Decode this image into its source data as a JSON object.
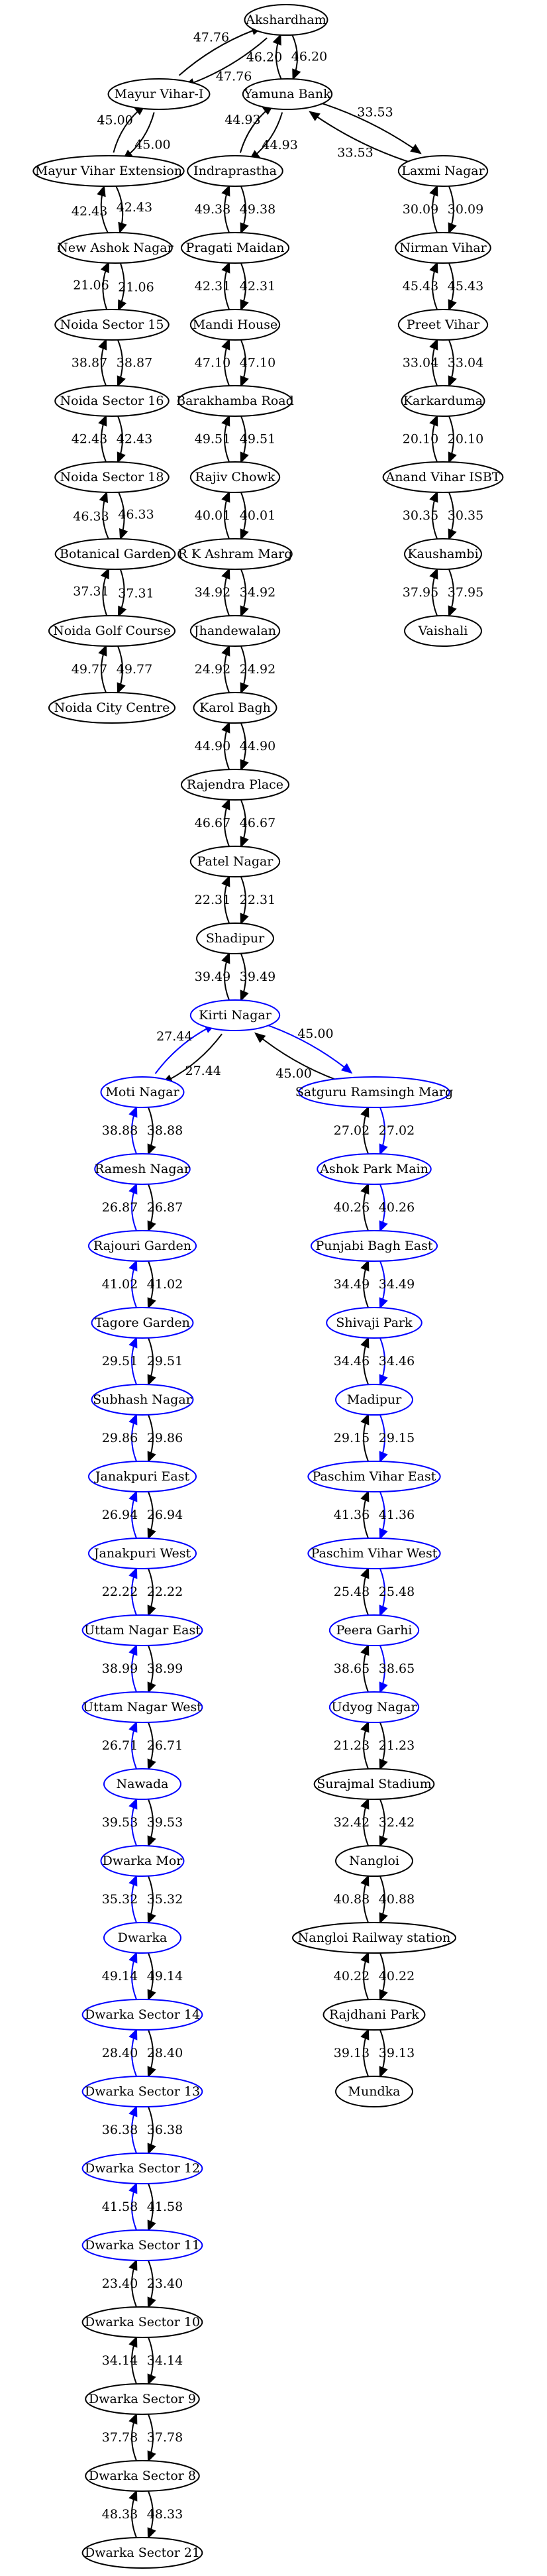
{
  "colors": {
    "default": "#000000",
    "highlight": "#0000ff"
  },
  "nodes": {
    "akshardham": {
      "label": "Akshardham",
      "color": "default"
    },
    "mayur_vihar_1": {
      "label": "Mayur Vihar-I",
      "color": "default"
    },
    "yamuna_bank": {
      "label": "Yamuna Bank",
      "color": "default"
    },
    "mayur_vihar_ext": {
      "label": "Mayur Vihar Extension",
      "color": "default"
    },
    "indraprastha": {
      "label": "Indraprastha",
      "color": "default"
    },
    "laxmi_nagar": {
      "label": "Laxmi Nagar",
      "color": "default"
    },
    "new_ashok_nagar": {
      "label": "New Ashok Nagar",
      "color": "default"
    },
    "pragati_maidan": {
      "label": "Pragati Maidan",
      "color": "default"
    },
    "nirman_vihar": {
      "label": "Nirman Vihar",
      "color": "default"
    },
    "noida_15": {
      "label": "Noida Sector 15",
      "color": "default"
    },
    "mandi_house": {
      "label": "Mandi House",
      "color": "default"
    },
    "preet_vihar": {
      "label": "Preet Vihar",
      "color": "default"
    },
    "noida_16": {
      "label": "Noida Sector 16",
      "color": "default"
    },
    "barakhamba": {
      "label": "Barakhamba Road",
      "color": "default"
    },
    "karkarduma": {
      "label": "Karkarduma",
      "color": "default"
    },
    "noida_18": {
      "label": "Noida Sector 18",
      "color": "default"
    },
    "rajiv_chowk": {
      "label": "Rajiv Chowk",
      "color": "default"
    },
    "anand_vihar": {
      "label": "Anand Vihar ISBT",
      "color": "default"
    },
    "botanical": {
      "label": "Botanical Garden",
      "color": "default"
    },
    "rk_ashram": {
      "label": "R K Ashram Marg",
      "color": "default"
    },
    "kaushambi": {
      "label": "Kaushambi",
      "color": "default"
    },
    "noida_golf": {
      "label": "Noida Golf Course",
      "color": "default"
    },
    "jhandewalan": {
      "label": "Jhandewalan",
      "color": "default"
    },
    "vaishali": {
      "label": "Vaishali",
      "color": "default"
    },
    "noida_city": {
      "label": "Noida City Centre",
      "color": "default"
    },
    "karol_bagh": {
      "label": "Karol Bagh",
      "color": "default"
    },
    "rajendra_place": {
      "label": "Rajendra Place",
      "color": "default"
    },
    "patel_nagar": {
      "label": "Patel Nagar",
      "color": "default"
    },
    "shadipur": {
      "label": "Shadipur",
      "color": "default"
    },
    "kirti_nagar": {
      "label": "Kirti Nagar",
      "color": "highlight"
    },
    "moti_nagar": {
      "label": "Moti Nagar",
      "color": "highlight"
    },
    "satguru": {
      "label": "Satguru Ramsingh Marg",
      "color": "highlight"
    },
    "ramesh_nagar": {
      "label": "Ramesh Nagar",
      "color": "highlight"
    },
    "ashok_park": {
      "label": "Ashok Park Main",
      "color": "highlight"
    },
    "rajouri": {
      "label": "Rajouri Garden",
      "color": "highlight"
    },
    "punjabi_bagh": {
      "label": "Punjabi Bagh East",
      "color": "highlight"
    },
    "tagore": {
      "label": "Tagore Garden",
      "color": "highlight"
    },
    "shivaji_park": {
      "label": "Shivaji Park",
      "color": "highlight"
    },
    "subhash_nagar": {
      "label": "Subhash Nagar",
      "color": "highlight"
    },
    "madipur": {
      "label": "Madipur",
      "color": "highlight"
    },
    "janakpuri_east": {
      "label": "Janakpuri East",
      "color": "highlight"
    },
    "paschim_vihar_east": {
      "label": "Paschim Vihar East",
      "color": "highlight"
    },
    "janakpuri_west": {
      "label": "Janakpuri West",
      "color": "highlight"
    },
    "paschim_vihar_west": {
      "label": "Paschim Vihar West",
      "color": "highlight"
    },
    "uttam_east": {
      "label": "Uttam Nagar East",
      "color": "highlight"
    },
    "peera_garhi": {
      "label": "Peera Garhi",
      "color": "highlight"
    },
    "uttam_west": {
      "label": "Uttam Nagar West",
      "color": "highlight"
    },
    "udyog_nagar": {
      "label": "Udyog Nagar",
      "color": "highlight"
    },
    "nawada": {
      "label": "Nawada",
      "color": "highlight"
    },
    "surajmal": {
      "label": "Surajmal Stadium",
      "color": "default"
    },
    "dwarka_mor": {
      "label": "Dwarka Mor",
      "color": "highlight"
    },
    "nangloi": {
      "label": "Nangloi",
      "color": "default"
    },
    "dwarka": {
      "label": "Dwarka",
      "color": "highlight"
    },
    "nangloi_rly": {
      "label": "Nangloi Railway station",
      "color": "default"
    },
    "dwarka_14": {
      "label": "Dwarka Sector 14",
      "color": "highlight"
    },
    "rajdhani_park": {
      "label": "Rajdhani Park",
      "color": "default"
    },
    "dwarka_13": {
      "label": "Dwarka Sector 13",
      "color": "highlight"
    },
    "mundka": {
      "label": "Mundka",
      "color": "default"
    },
    "dwarka_12": {
      "label": "Dwarka Sector 12",
      "color": "highlight"
    },
    "dwarka_11": {
      "label": "Dwarka Sector 11",
      "color": "highlight"
    },
    "dwarka_10": {
      "label": "Dwarka Sector 10",
      "color": "default"
    },
    "dwarka_9": {
      "label": "Dwarka Sector 9",
      "color": "default"
    },
    "dwarka_8": {
      "label": "Dwarka Sector 8",
      "color": "default"
    },
    "dwarka_21": {
      "label": "Dwarka Sector 21",
      "color": "default"
    }
  },
  "edges": [
    {
      "from": "akshardham",
      "to": "mayur_vihar_1",
      "weight": "47.76",
      "color": "default",
      "back_color": "default"
    },
    {
      "from": "akshardham",
      "to": "yamuna_bank",
      "weight": "46.20",
      "color": "default",
      "back_color": "default"
    },
    {
      "from": "mayur_vihar_1",
      "to": "mayur_vihar_ext",
      "weight": "45.00",
      "color": "default",
      "back_color": "default"
    },
    {
      "from": "yamuna_bank",
      "to": "indraprastha",
      "weight": "44.93",
      "color": "default",
      "back_color": "default"
    },
    {
      "from": "yamuna_bank",
      "to": "laxmi_nagar",
      "weight": "33.53",
      "color": "default",
      "back_color": "default"
    },
    {
      "from": "mayur_vihar_ext",
      "to": "new_ashok_nagar",
      "weight": "42.43",
      "color": "default",
      "back_color": "default"
    },
    {
      "from": "indraprastha",
      "to": "pragati_maidan",
      "weight": "49.38",
      "color": "default",
      "back_color": "default"
    },
    {
      "from": "laxmi_nagar",
      "to": "nirman_vihar",
      "weight": "30.09",
      "color": "default",
      "back_color": "default"
    },
    {
      "from": "new_ashok_nagar",
      "to": "noida_15",
      "weight": "21.06",
      "color": "default",
      "back_color": "default"
    },
    {
      "from": "pragati_maidan",
      "to": "mandi_house",
      "weight": "42.31",
      "color": "default",
      "back_color": "default"
    },
    {
      "from": "nirman_vihar",
      "to": "preet_vihar",
      "weight": "45.43",
      "color": "default",
      "back_color": "default"
    },
    {
      "from": "noida_15",
      "to": "noida_16",
      "weight": "38.87",
      "color": "default",
      "back_color": "default"
    },
    {
      "from": "mandi_house",
      "to": "barakhamba",
      "weight": "47.10",
      "color": "default",
      "back_color": "default"
    },
    {
      "from": "preet_vihar",
      "to": "karkarduma",
      "weight": "33.04",
      "color": "default",
      "back_color": "default"
    },
    {
      "from": "noida_16",
      "to": "noida_18",
      "weight": "42.43",
      "color": "default",
      "back_color": "default"
    },
    {
      "from": "barakhamba",
      "to": "rajiv_chowk",
      "weight": "49.51",
      "color": "default",
      "back_color": "default"
    },
    {
      "from": "karkarduma",
      "to": "anand_vihar",
      "weight": "20.10",
      "color": "default",
      "back_color": "default"
    },
    {
      "from": "noida_18",
      "to": "botanical",
      "weight": "46.33",
      "color": "default",
      "back_color": "default"
    },
    {
      "from": "rajiv_chowk",
      "to": "rk_ashram",
      "weight": "40.01",
      "color": "default",
      "back_color": "default"
    },
    {
      "from": "anand_vihar",
      "to": "kaushambi",
      "weight": "30.35",
      "color": "default",
      "back_color": "default"
    },
    {
      "from": "botanical",
      "to": "noida_golf",
      "weight": "37.31",
      "color": "default",
      "back_color": "default"
    },
    {
      "from": "rk_ashram",
      "to": "jhandewalan",
      "weight": "34.92",
      "color": "default",
      "back_color": "default"
    },
    {
      "from": "kaushambi",
      "to": "vaishali",
      "weight": "37.95",
      "color": "default",
      "back_color": "default"
    },
    {
      "from": "noida_golf",
      "to": "noida_city",
      "weight": "49.77",
      "color": "default",
      "back_color": "default"
    },
    {
      "from": "jhandewalan",
      "to": "karol_bagh",
      "weight": "24.92",
      "color": "default",
      "back_color": "default"
    },
    {
      "from": "karol_bagh",
      "to": "rajendra_place",
      "weight": "44.90",
      "color": "default",
      "back_color": "default"
    },
    {
      "from": "rajendra_place",
      "to": "patel_nagar",
      "weight": "46.67",
      "color": "default",
      "back_color": "default"
    },
    {
      "from": "patel_nagar",
      "to": "shadipur",
      "weight": "22.31",
      "color": "default",
      "back_color": "default"
    },
    {
      "from": "shadipur",
      "to": "kirti_nagar",
      "weight": "39.49",
      "color": "default",
      "back_color": "default"
    },
    {
      "from": "kirti_nagar",
      "to": "moti_nagar",
      "weight": "27.44",
      "color": "default",
      "back_color": "highlight"
    },
    {
      "from": "kirti_nagar",
      "to": "satguru",
      "weight": "45.00",
      "color": "highlight",
      "back_color": "default"
    },
    {
      "from": "moti_nagar",
      "to": "ramesh_nagar",
      "weight": "38.88",
      "color": "default",
      "back_color": "highlight"
    },
    {
      "from": "satguru",
      "to": "ashok_park",
      "weight": "27.02",
      "color": "highlight",
      "back_color": "default"
    },
    {
      "from": "ramesh_nagar",
      "to": "rajouri",
      "weight": "26.87",
      "color": "default",
      "back_color": "highlight"
    },
    {
      "from": "ashok_park",
      "to": "punjabi_bagh",
      "weight": "40.26",
      "color": "highlight",
      "back_color": "default"
    },
    {
      "from": "rajouri",
      "to": "tagore",
      "weight": "41.02",
      "color": "default",
      "back_color": "highlight"
    },
    {
      "from": "punjabi_bagh",
      "to": "shivaji_park",
      "weight": "34.49",
      "color": "highlight",
      "back_color": "default"
    },
    {
      "from": "tagore",
      "to": "subhash_nagar",
      "weight": "29.51",
      "color": "default",
      "back_color": "highlight"
    },
    {
      "from": "shivaji_park",
      "to": "madipur",
      "weight": "34.46",
      "color": "highlight",
      "back_color": "default"
    },
    {
      "from": "subhash_nagar",
      "to": "janakpuri_east",
      "weight": "29.86",
      "color": "default",
      "back_color": "highlight"
    },
    {
      "from": "madipur",
      "to": "paschim_vihar_east",
      "weight": "29.15",
      "color": "highlight",
      "back_color": "default"
    },
    {
      "from": "janakpuri_east",
      "to": "janakpuri_west",
      "weight": "26.94",
      "color": "default",
      "back_color": "highlight"
    },
    {
      "from": "paschim_vihar_east",
      "to": "paschim_vihar_west",
      "weight": "41.36",
      "color": "highlight",
      "back_color": "default"
    },
    {
      "from": "janakpuri_west",
      "to": "uttam_east",
      "weight": "22.22",
      "color": "default",
      "back_color": "highlight"
    },
    {
      "from": "paschim_vihar_west",
      "to": "peera_garhi",
      "weight": "25.48",
      "color": "highlight",
      "back_color": "default"
    },
    {
      "from": "uttam_east",
      "to": "uttam_west",
      "weight": "38.99",
      "color": "default",
      "back_color": "highlight"
    },
    {
      "from": "peera_garhi",
      "to": "udyog_nagar",
      "weight": "38.65",
      "color": "highlight",
      "back_color": "default"
    },
    {
      "from": "uttam_west",
      "to": "nawada",
      "weight": "26.71",
      "color": "default",
      "back_color": "highlight"
    },
    {
      "from": "udyog_nagar",
      "to": "surajmal",
      "weight": "21.23",
      "color": "default",
      "back_color": "default"
    },
    {
      "from": "nawada",
      "to": "dwarka_mor",
      "weight": "39.53",
      "color": "default",
      "back_color": "highlight"
    },
    {
      "from": "surajmal",
      "to": "nangloi",
      "weight": "32.42",
      "color": "default",
      "back_color": "default"
    },
    {
      "from": "dwarka_mor",
      "to": "dwarka",
      "weight": "35.32",
      "color": "default",
      "back_color": "highlight"
    },
    {
      "from": "nangloi",
      "to": "nangloi_rly",
      "weight": "40.88",
      "color": "default",
      "back_color": "default"
    },
    {
      "from": "dwarka",
      "to": "dwarka_14",
      "weight": "49.14",
      "color": "default",
      "back_color": "highlight"
    },
    {
      "from": "nangloi_rly",
      "to": "rajdhani_park",
      "weight": "40.22",
      "color": "default",
      "back_color": "default"
    },
    {
      "from": "dwarka_14",
      "to": "dwarka_13",
      "weight": "28.40",
      "color": "default",
      "back_color": "highlight"
    },
    {
      "from": "rajdhani_park",
      "to": "mundka",
      "weight": "39.13",
      "color": "default",
      "back_color": "default"
    },
    {
      "from": "dwarka_13",
      "to": "dwarka_12",
      "weight": "36.38",
      "color": "default",
      "back_color": "highlight"
    },
    {
      "from": "dwarka_12",
      "to": "dwarka_11",
      "weight": "41.58",
      "color": "default",
      "back_color": "highlight"
    },
    {
      "from": "dwarka_11",
      "to": "dwarka_10",
      "weight": "23.40",
      "color": "default",
      "back_color": "default"
    },
    {
      "from": "dwarka_10",
      "to": "dwarka_9",
      "weight": "34.14",
      "color": "default",
      "back_color": "default"
    },
    {
      "from": "dwarka_9",
      "to": "dwarka_8",
      "weight": "37.78",
      "color": "default",
      "back_color": "default"
    },
    {
      "from": "dwarka_8",
      "to": "dwarka_21",
      "weight": "48.33",
      "color": "default",
      "back_color": "default"
    }
  ]
}
